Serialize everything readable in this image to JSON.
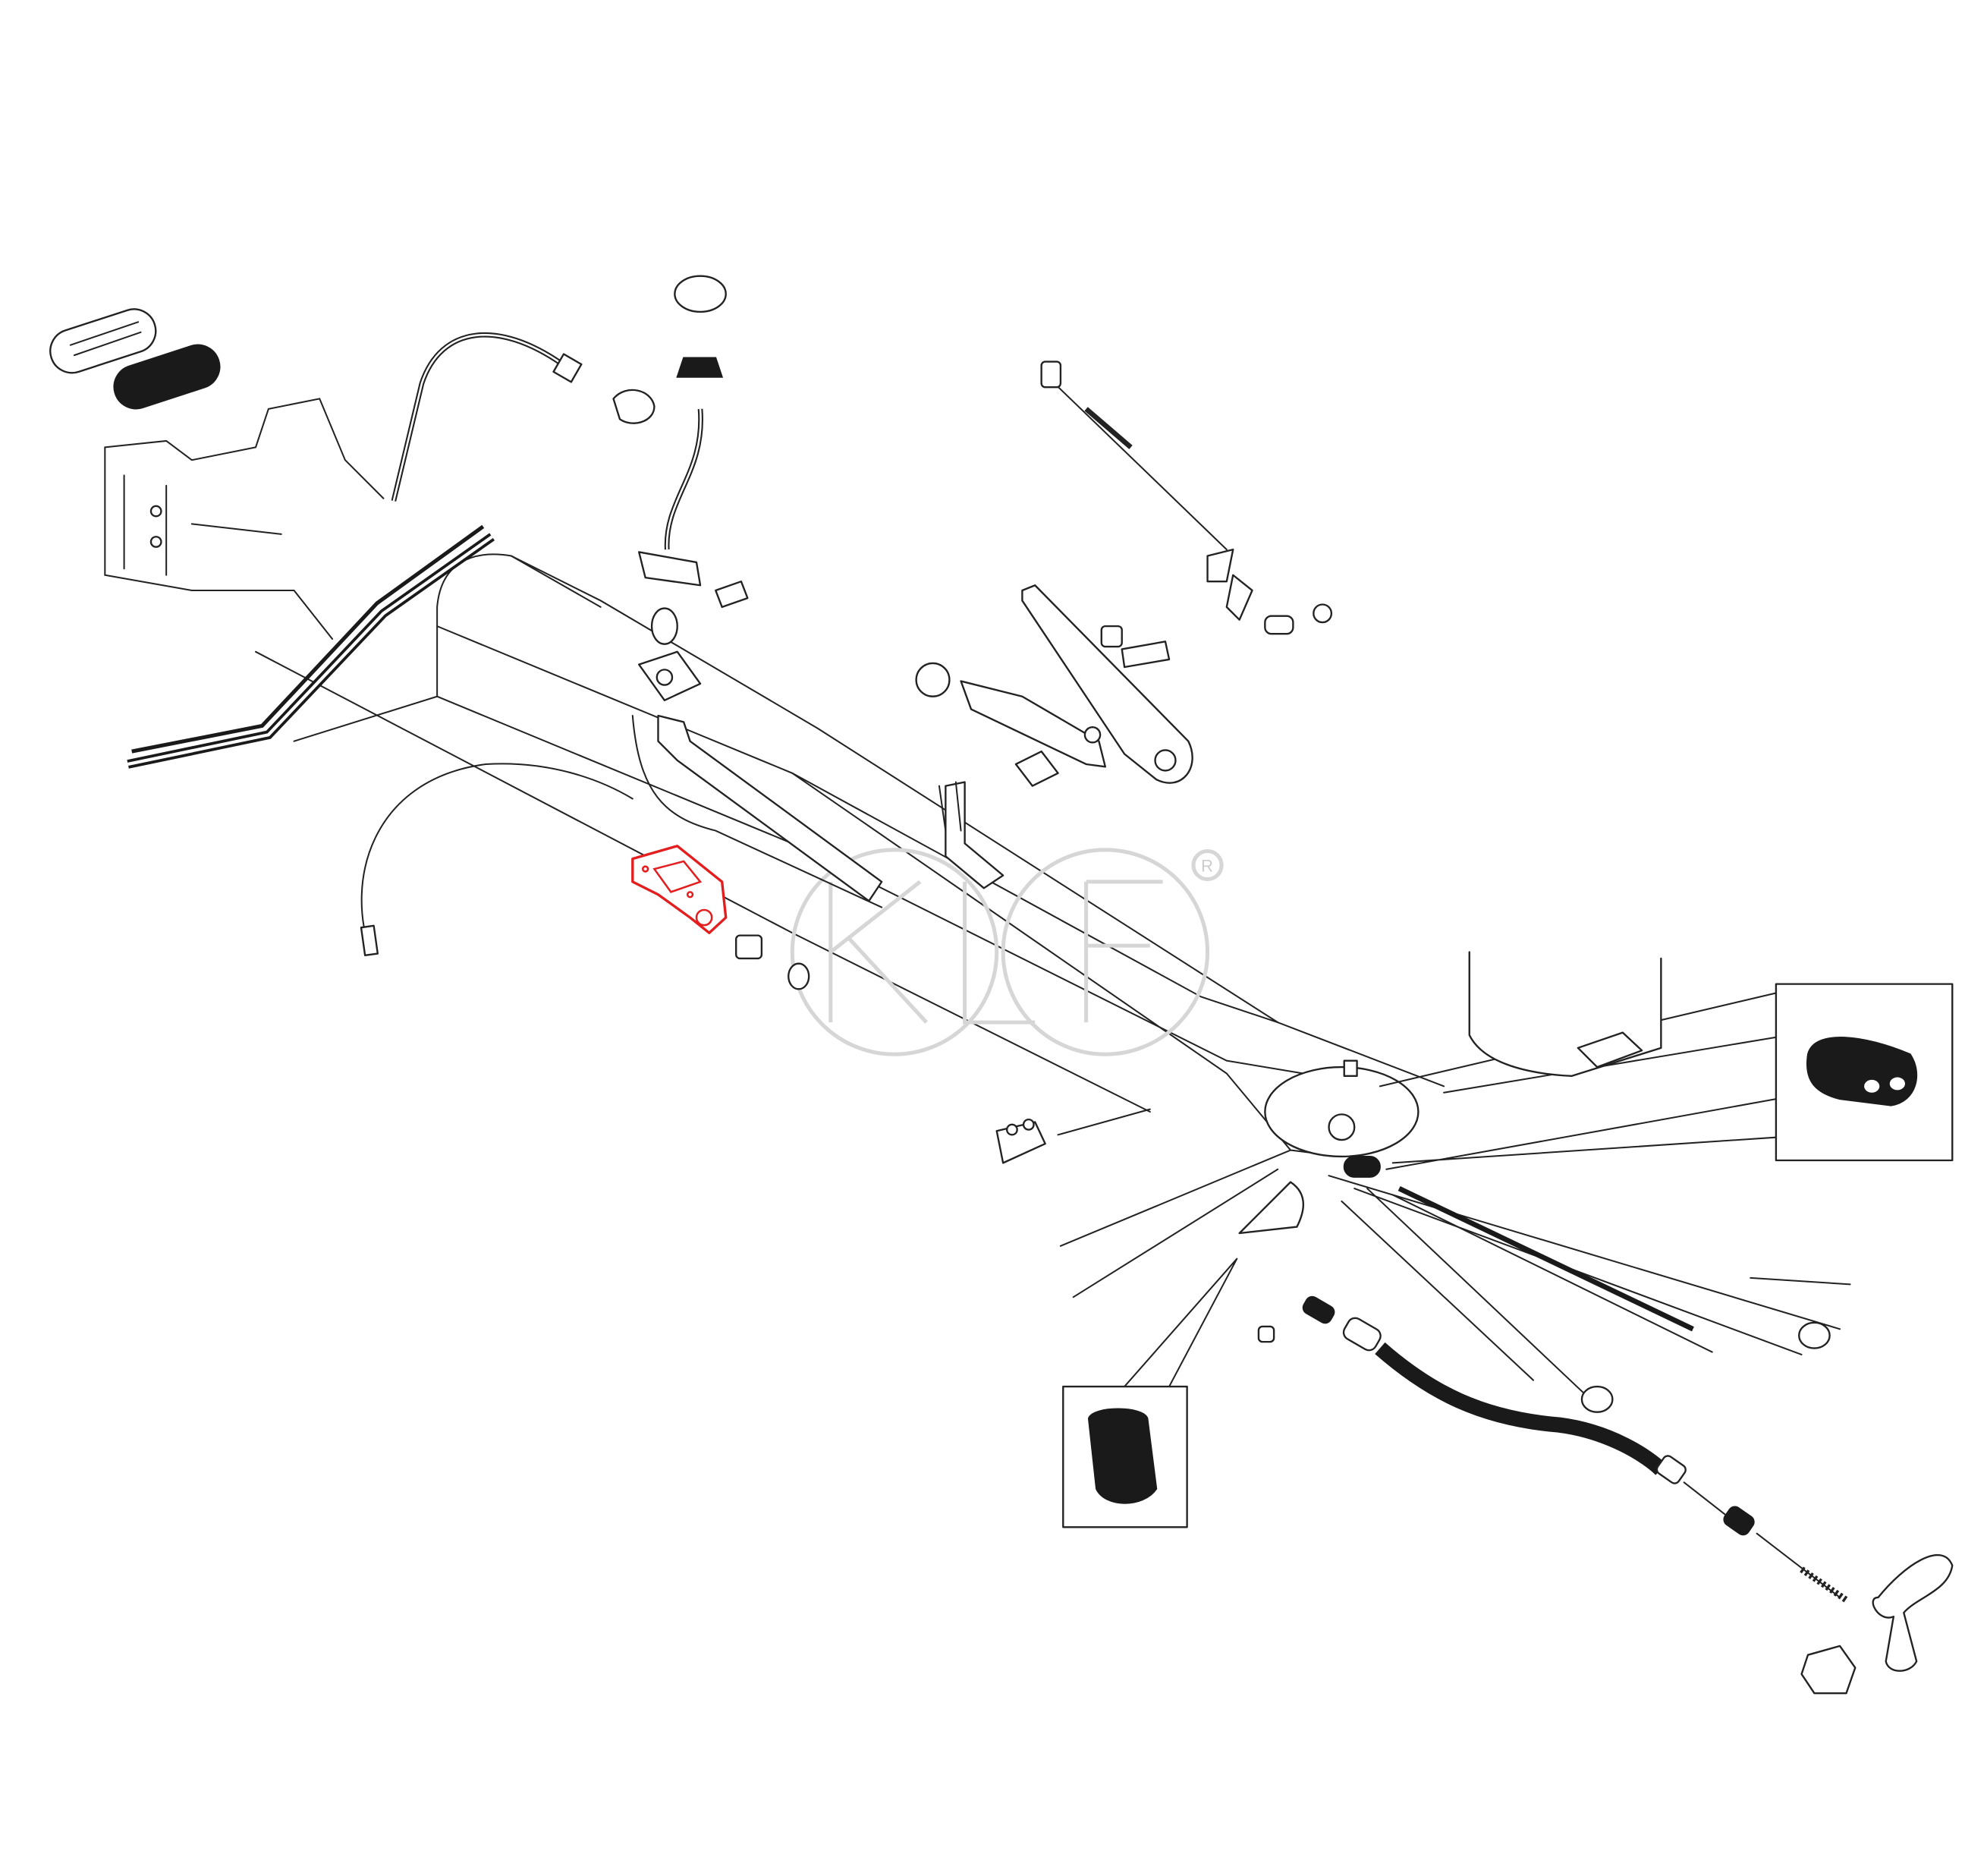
{
  "diagram": {
    "type": "exploded-parts-view",
    "highlight_color": "#e31e1e",
    "line_color": "#222222",
    "watermark": {
      "text": "KLF",
      "registered_mark": "R"
    }
  }
}
